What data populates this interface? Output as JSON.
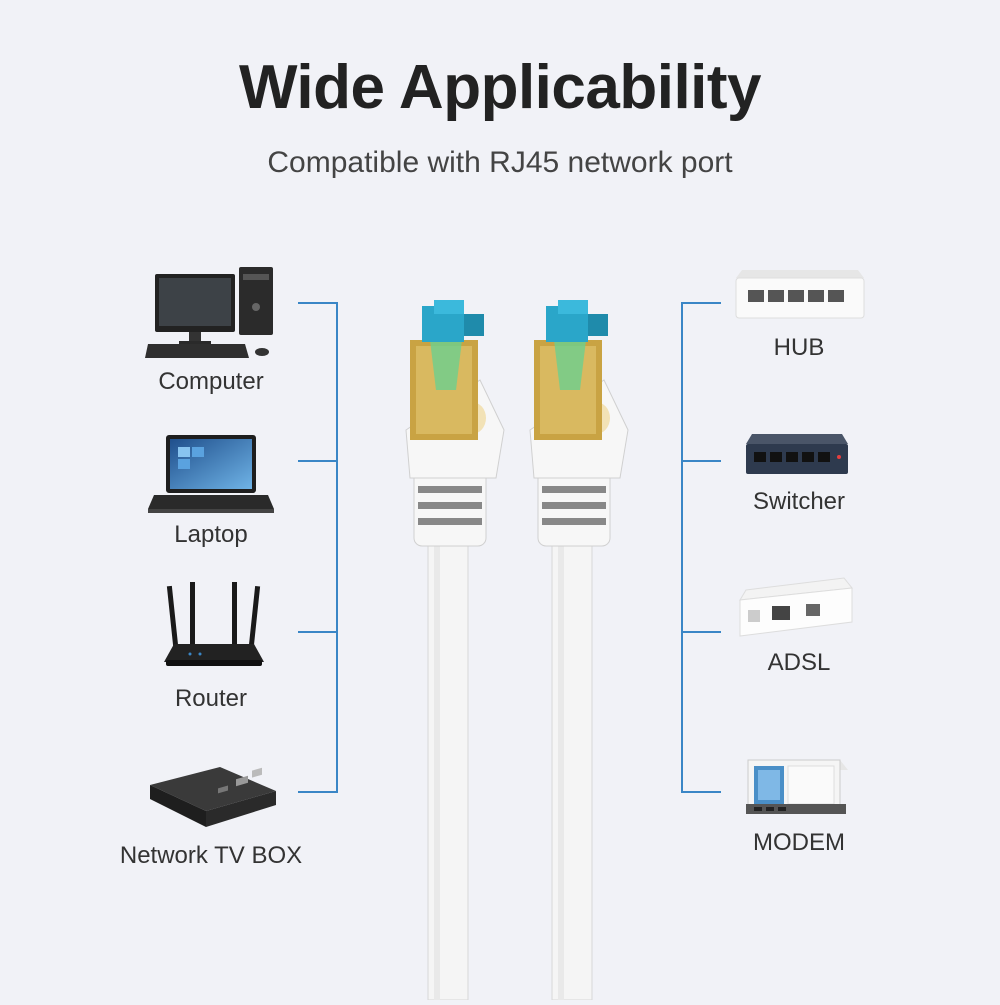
{
  "header": {
    "title": "Wide Applicability",
    "subtitle": "Compatible with RJ45 network port"
  },
  "left_devices": [
    {
      "label": "Computer",
      "icon": "computer-icon"
    },
    {
      "label": "Laptop",
      "icon": "laptop-icon"
    },
    {
      "label": "Router",
      "icon": "router-icon"
    },
    {
      "label": "Network TV BOX",
      "icon": "tv-box-icon"
    }
  ],
  "right_devices": [
    {
      "label": "HUB",
      "icon": "hub-icon"
    },
    {
      "label": "Switcher",
      "icon": "switcher-icon"
    },
    {
      "label": "ADSL",
      "icon": "adsl-icon"
    },
    {
      "label": "MODEM",
      "icon": "modem-icon"
    }
  ],
  "colors": {
    "background": "#f1f2f7",
    "connector_line": "#3a86c6",
    "cable": "#f4f4f4",
    "plug_blue": "#2aa6c9",
    "plug_gold": "#c9a343"
  }
}
